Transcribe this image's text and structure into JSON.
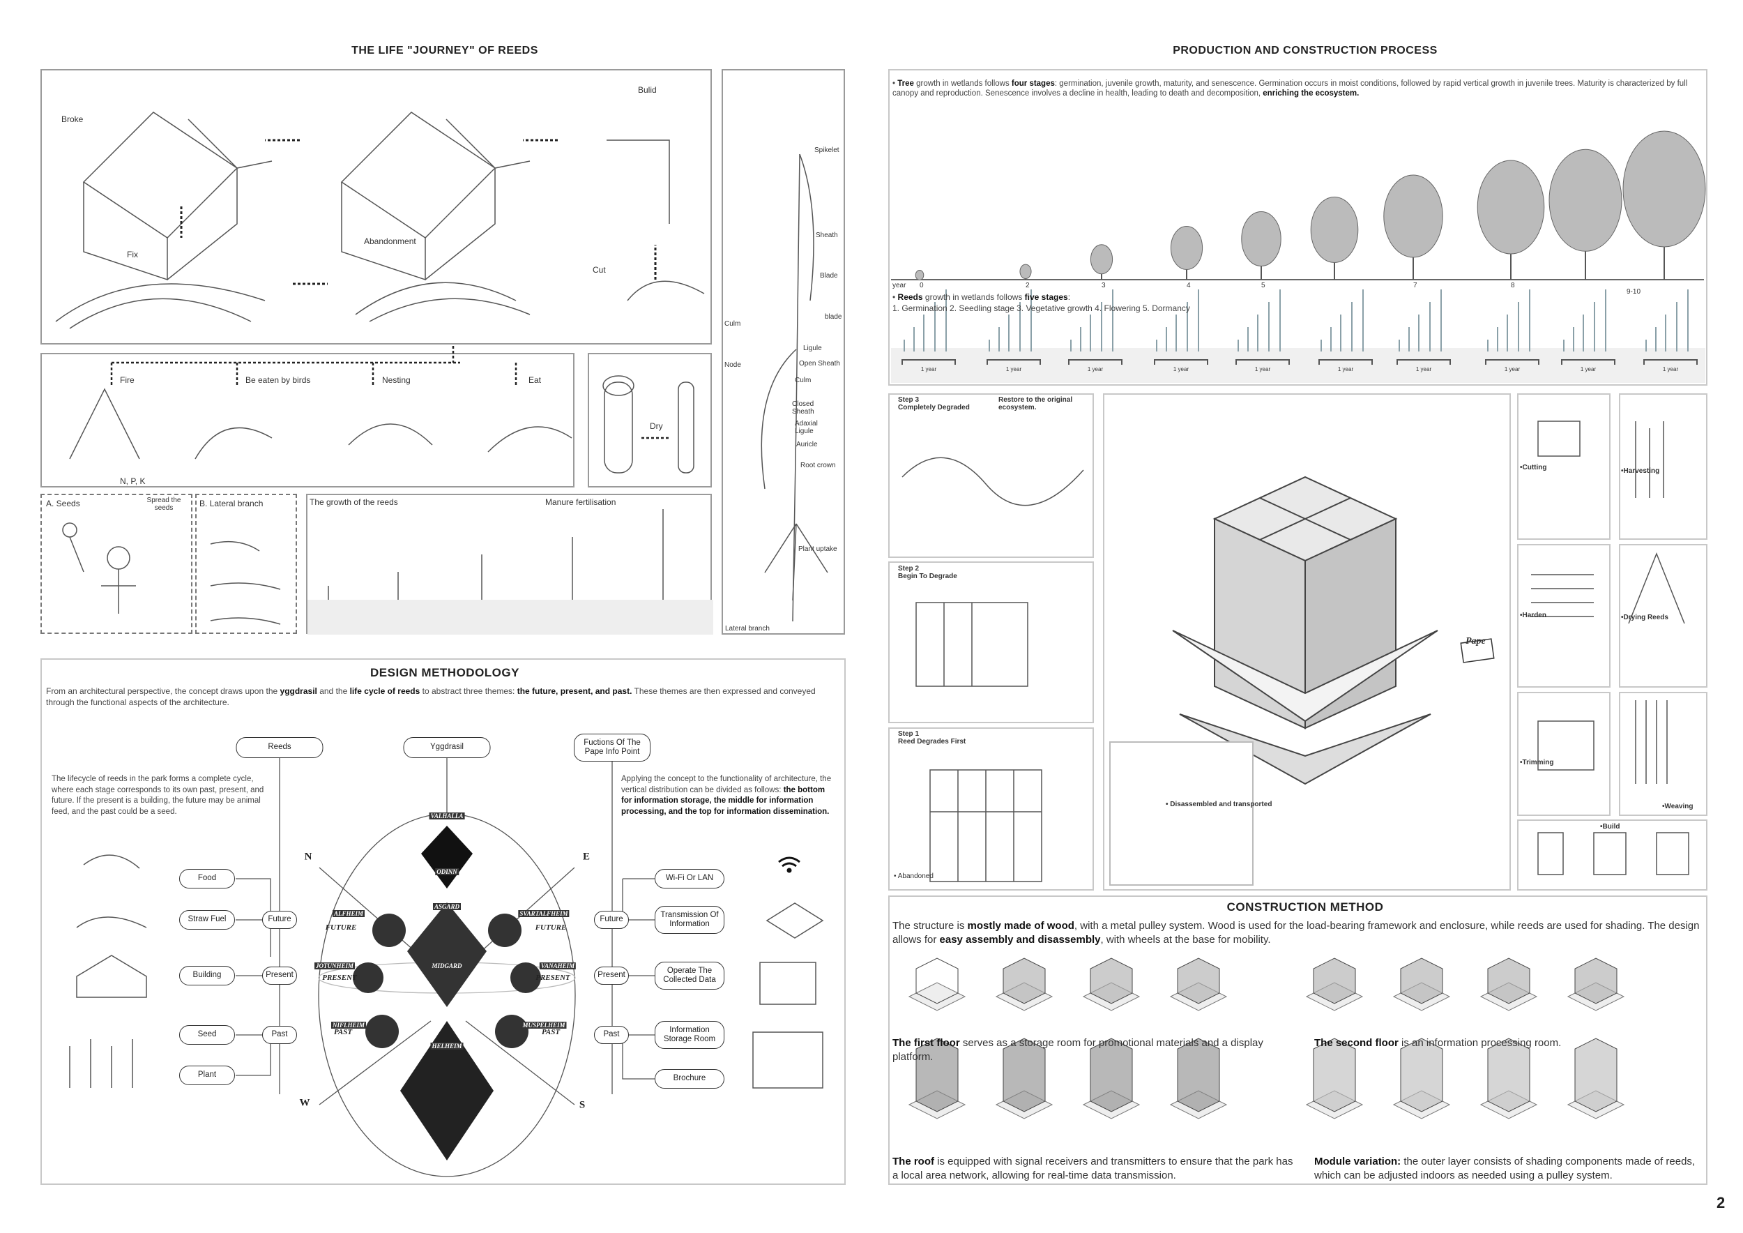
{
  "left_title": "THE LIFE \"JOURNEY\" OF REEDS",
  "right_title": "PRODUCTION AND CONSTRUCTION PROCESS",
  "journey": {
    "broke": "Broke",
    "build": "Bulid",
    "fix": "Fix",
    "abandonment": "Abandonment",
    "cut": "Cut",
    "fire": "Fire",
    "birds": "Be eaten by birds",
    "nesting": "Nesting",
    "eat": "Eat",
    "npk": "N, P, K",
    "dry": "Dry",
    "seeds": "A. Seeds",
    "spread": "Spread the seeds",
    "lateral": "B. Lateral branch",
    "growth": "The growth of the reeds",
    "manure": "Manure fertilisation"
  },
  "anatomy": {
    "spikelet": "Spikelet",
    "sheath": "Sheath",
    "blade": "Blade",
    "culm": "Culm",
    "node": "Node",
    "blade2": "blade",
    "ligule": "Ligule",
    "open_sheath": "Open Sheath",
    "culm2": "Culm",
    "closed_sheath": "Closed Sheath",
    "adaxial": "Adaxial Ligule",
    "auricle": "Auricle",
    "root_crown": "Root crown",
    "plant_uptake": "Plant uptake",
    "lateral_branch": "Lateral branch"
  },
  "trees": {
    "intro_bold1": "Tree",
    "intro1": " growth in wetlands follows ",
    "intro_bold2": "four stages",
    "intro2": ": germination, juvenile growth, maturity, and senescence. Germination occurs in moist conditions, followed by rapid vertical growth in juvenile trees. Maturity is characterized by full canopy and reproduction. Senescence involves a decline in health, leading to death and decomposition, ",
    "intro_bold3": "enriching the ecosystem.",
    "year_label": "year",
    "years": [
      "0",
      "2",
      "3",
      "4",
      "5",
      "7",
      "8",
      "9-10"
    ]
  },
  "reeds": {
    "bold1": "Reeds",
    "t1": " growth in wetlands follows ",
    "bold2": "five stages",
    "t2": ":",
    "stages": "1. Germination  2. Seedling stage  3. Vegetative growth  4. Flowering  5. Dormancy",
    "period": "1 year",
    "period_count": 10
  },
  "steps": [
    {
      "step": "Step  3",
      "desc": "Completely Degraded",
      "note": "Restore to the original ecosystem."
    },
    {
      "step": "Step  2",
      "desc": "Begin To Degrade"
    },
    {
      "step": "Step  1",
      "desc": "Reed Degrades First"
    }
  ],
  "abandoned": "Abandoned",
  "transport": "Disassembled and transported",
  "sign": "Pape",
  "process": {
    "cutting": "Cutting",
    "harvesting": "Harvesting",
    "harden": "Harden",
    "drying": "Drying Reeds",
    "trimming": "Trimming",
    "weaving": "Weaving",
    "build": "Build"
  },
  "method": {
    "title": "DESIGN METHODOLOGY",
    "intro_a": "From an architectural perspective, the concept draws upon the ",
    "intro_b": "yggdrasil",
    "intro_c": " and the ",
    "intro_d": "life cycle of reeds",
    "intro_e": " to abstract three themes: ",
    "intro_f": "the future, present, and past.",
    "intro_g": " These themes are then expressed and conveyed through the functional aspects of the architecture.",
    "reeds_box": "Reeds",
    "ygg_box": "Yggdrasil",
    "func_box": "Fuctions Of The Pape Info Point",
    "left_para": "The lifecycle of reeds in the park forms a complete cycle, where each stage corresponds to its own past, present, and future. If the present is a building, the future may be animal feed, and the past could be a seed.",
    "right_para_a": "Applying the concept to the functionality of architecture, the vertical distribution can be divided as follows: ",
    "right_para_b": "the bottom for information storage, the middle for information processing, and the top for information dissemination.",
    "left_items": [
      "Food",
      "Straw Fuel",
      "Building",
      "Seed",
      "Plant"
    ],
    "times": [
      "Future",
      "Present",
      "Past"
    ],
    "right_items": [
      "Wi-Fi Or LAN",
      "Transmission Of Information",
      "Operate The Collected Data",
      "Information Storage Room",
      "Brochure"
    ],
    "compass": [
      "N",
      "E",
      "W",
      "S"
    ],
    "themes": [
      "FUTURE",
      "FUTURE",
      "PRESENT",
      "PRESENT",
      "PAST",
      "PAST"
    ],
    "realms": [
      "VALHALLA",
      "ODINN",
      "ALFHEIM",
      "ASGARD",
      "SVARTALFHEIM",
      "JOTUNHEIM",
      "MIDGARD",
      "VANAHEIM",
      "NIFLHEIM",
      "HELHEIM",
      "MUSPELHEIM"
    ]
  },
  "construction": {
    "title": "CONSTRUCTION METHOD",
    "p_a": "The structure is ",
    "p_b": "mostly made of wood",
    "p_c": ", with a metal pulley system. Wood is used for the load-bearing framework and enclosure, while reeds are used for shading. The design allows for ",
    "p_d": "easy assembly and disassembly",
    "p_e": ", with wheels at the base for mobility.",
    "c1_b": "The first floor",
    "c1": " serves as a storage room for promotional materials and a display platform.",
    "c2_b": "The second floor",
    "c2": " is an information processing room.",
    "c3_b": "The roof",
    "c3": " is equipped with signal receivers and transmitters to ensure that the park has a local area network, allowing for real-time data transmission.",
    "c4_b": "Module variation:",
    "c4": " the outer layer consists of shading components made of reeds, which can be adjusted indoors as needed using a pulley system."
  },
  "page_number": "2"
}
